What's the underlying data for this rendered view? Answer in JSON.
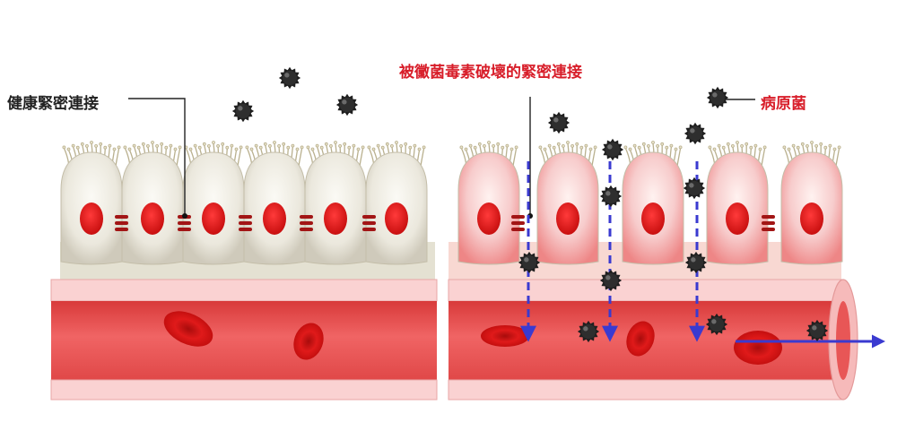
{
  "labels": {
    "healthy_tight_junction": "健康緊密連接",
    "damaged_tight_junction": "被黴菌毒素破壞的緊密連接",
    "pathogen": "病原菌"
  },
  "colors": {
    "healthy_cell": "#e6e2d6",
    "damaged_cell_tint": "#f08f8f",
    "nucleus": "#e01818",
    "junction": "#a01818",
    "blood": "#ea4d4d",
    "vessel_wall": "#f8caca",
    "pathogen": "#2a2a2a",
    "arrow": "#3a3ad0",
    "damaged_label": "#d81e2a"
  }
}
